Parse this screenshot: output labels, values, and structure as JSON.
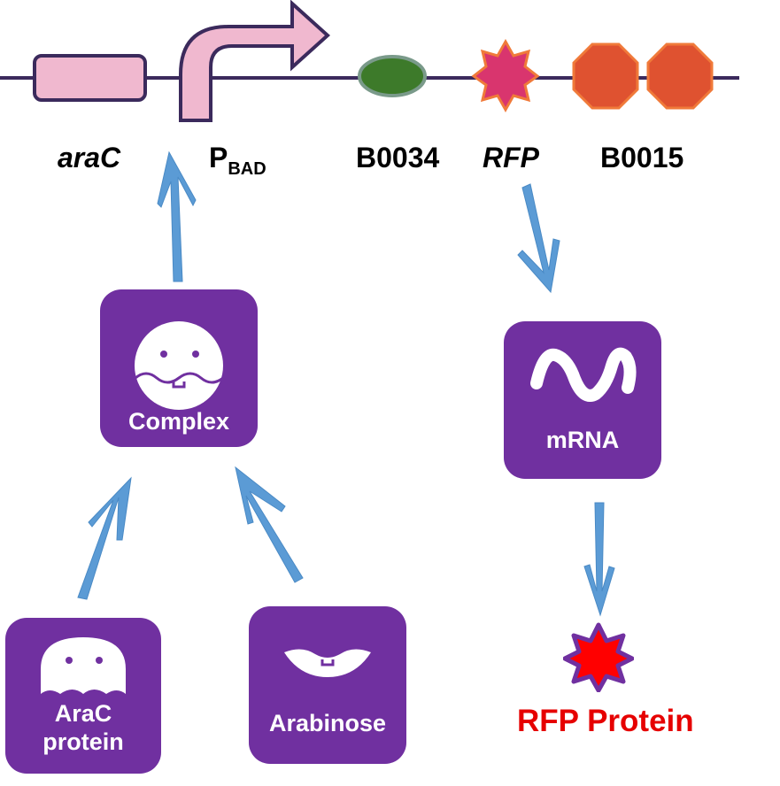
{
  "parts": {
    "arac_label": "araC",
    "pbad_main": "P",
    "pbad_sub": "BAD",
    "rbs_label": "B0034",
    "rfp_label": "RFP",
    "terminator_label": "B0015"
  },
  "nodes": {
    "complex_label": "Complex",
    "mrna_label": "mRNA",
    "arac_protein_line1": "AraC",
    "arac_protein_line2": "protein",
    "arabinose_label": "Arabinose",
    "rfp_protein_label": "RFP Protein"
  },
  "colors": {
    "dna_line": "#3b2a5c",
    "arac_gene": "#f0b8cf",
    "promoter": "#f0b8cf",
    "rbs": "#3d7a2a",
    "rfp_star": "#d9356e",
    "terminator": "#df5230",
    "node_box": "#7030a0",
    "arrow": "#5b9bd5",
    "rfp_text": "#e60000"
  }
}
